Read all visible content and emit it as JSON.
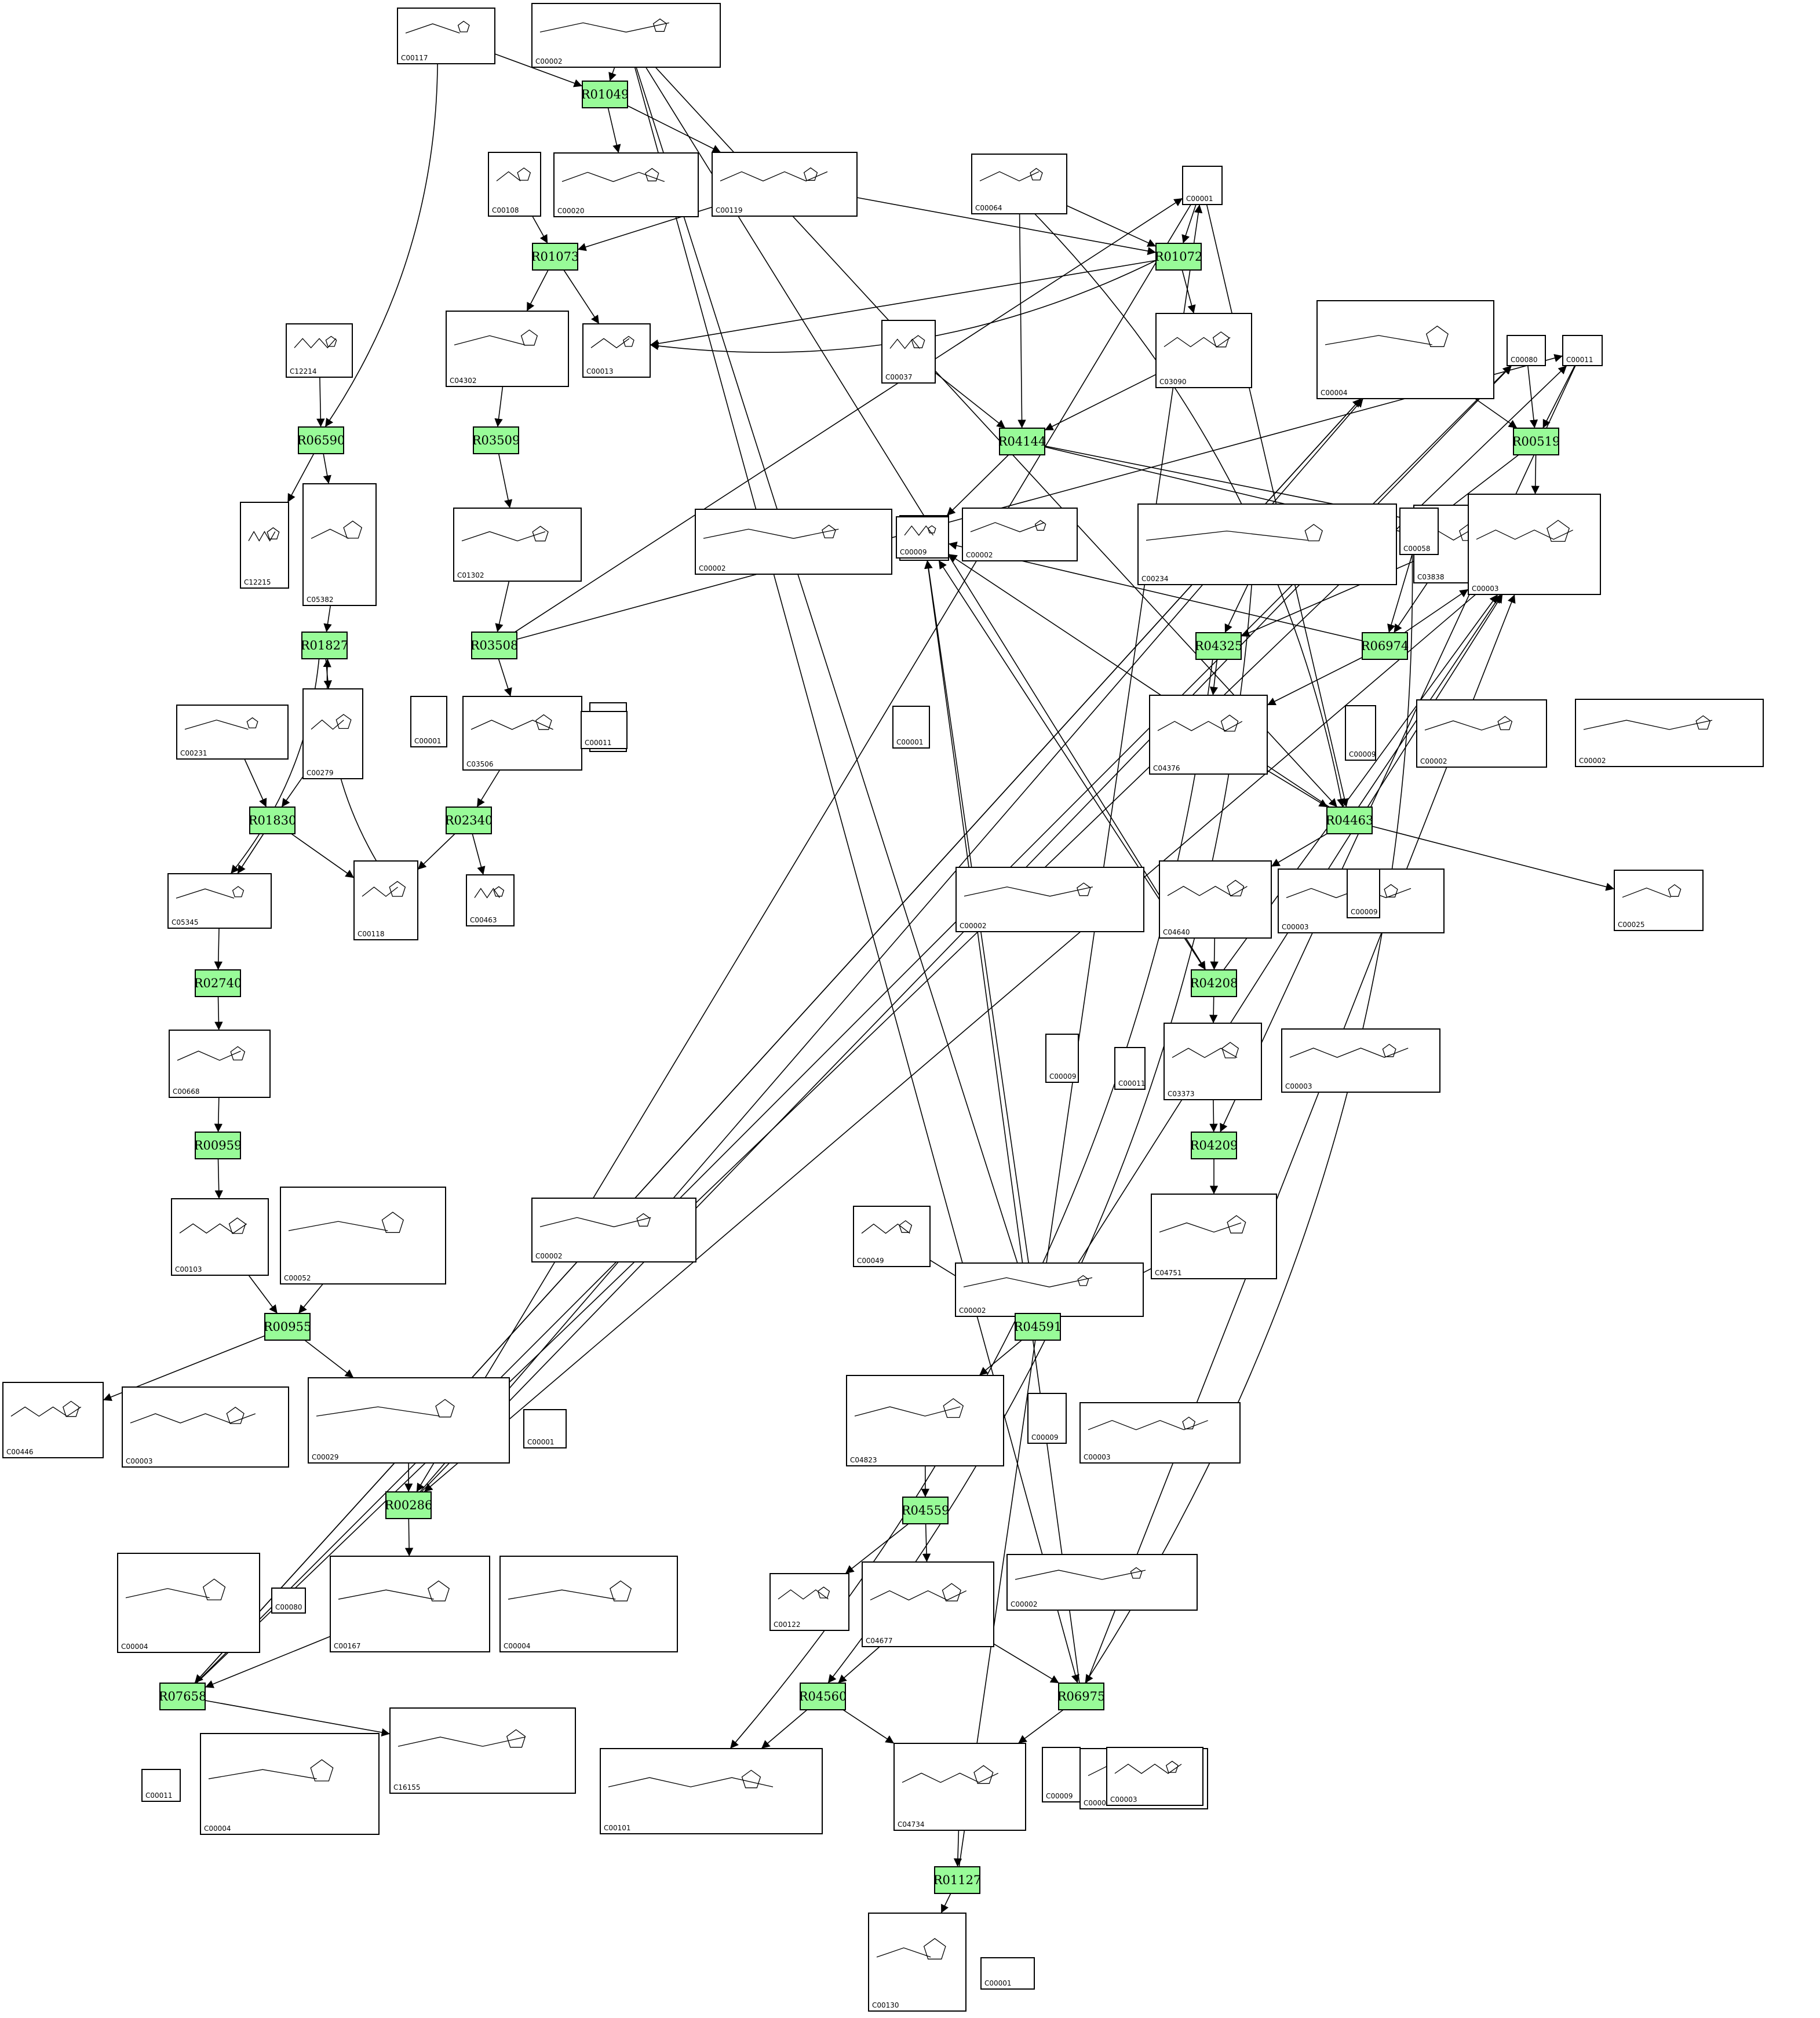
{
  "compounds": [
    {
      "id": "C00117"
    },
    {
      "id": "C00002"
    },
    {
      "id": "C00020"
    },
    {
      "id": "C00119"
    },
    {
      "id": "C00108"
    },
    {
      "id": "C00064"
    },
    {
      "id": "C00001"
    },
    {
      "id": "C12214"
    },
    {
      "id": "C04302"
    },
    {
      "id": "C00013"
    },
    {
      "id": "C00037"
    },
    {
      "id": "C03090"
    },
    {
      "id": "C00004"
    },
    {
      "id": "C00080"
    },
    {
      "id": "C00011"
    },
    {
      "id": "C12215"
    },
    {
      "id": "C05382"
    },
    {
      "id": "C01302"
    },
    {
      "id": "C00009"
    },
    {
      "id": "C00008"
    },
    {
      "id": "C00234"
    },
    {
      "id": "C03838"
    },
    {
      "id": "C00058"
    },
    {
      "id": "C00003"
    },
    {
      "id": "C00231"
    },
    {
      "id": "C00279"
    },
    {
      "id": "C03506"
    },
    {
      "id": "C04376"
    },
    {
      "id": "C05345"
    },
    {
      "id": "C00118"
    },
    {
      "id": "C00463"
    },
    {
      "id": "C04640"
    },
    {
      "id": "C00025"
    },
    {
      "id": "C00668"
    },
    {
      "id": "C03373"
    },
    {
      "id": "C00103"
    },
    {
      "id": "C00052"
    },
    {
      "id": "C04751"
    },
    {
      "id": "C00049"
    },
    {
      "id": "C00446"
    },
    {
      "id": "C00029"
    },
    {
      "id": "C04823"
    },
    {
      "id": "C00122"
    },
    {
      "id": "C04677"
    },
    {
      "id": "C00167"
    },
    {
      "id": "C16155"
    },
    {
      "id": "C00101"
    },
    {
      "id": "C04734"
    },
    {
      "id": "C00130"
    }
  ],
  "reactions": [
    "R01049",
    "R01073",
    "R01072",
    "R06590",
    "R03509",
    "R04144",
    "R00519",
    "R01827",
    "R03508",
    "R04325",
    "R06974",
    "R01830",
    "R02340",
    "R04463",
    "R02740",
    "R04208",
    "R00959",
    "R04209",
    "R00955",
    "R04591",
    "R00286",
    "R04559",
    "R07658",
    "R04560",
    "R06975",
    "R01127"
  ],
  "colors": {
    "reaction_fill": "#98fb98",
    "edge": "#000000",
    "box_stroke": "#000000",
    "background": "#ffffff"
  }
}
